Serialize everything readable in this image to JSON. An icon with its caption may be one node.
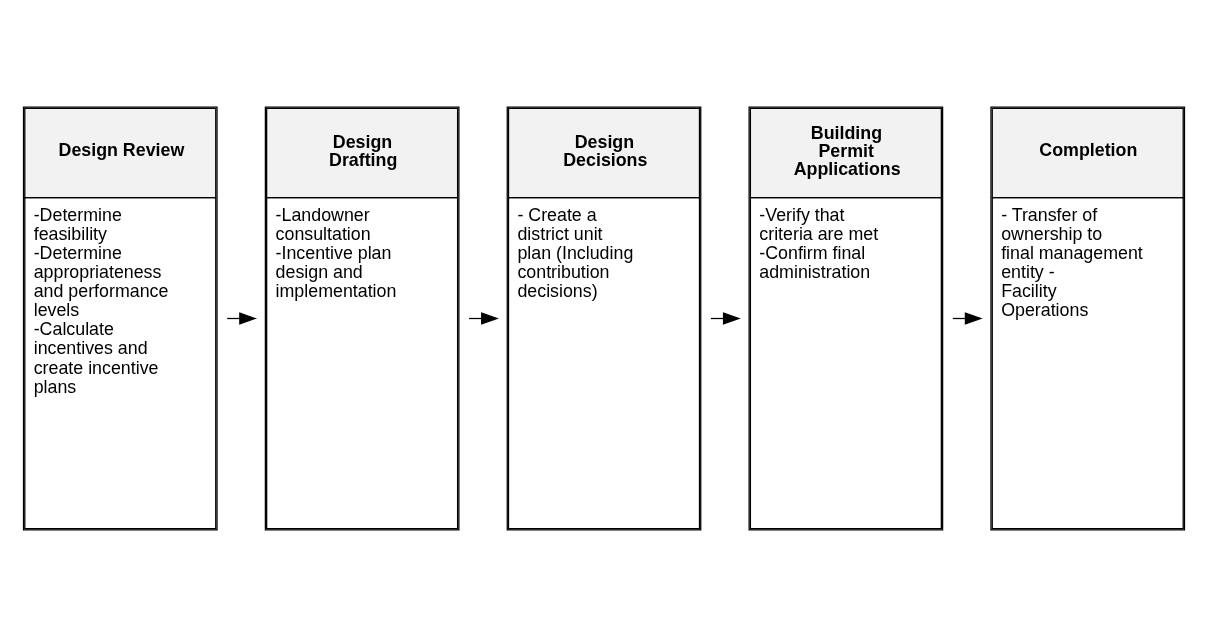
{
  "diagram": {
    "nodes": [
      {
        "text": [
          "Design Review",
          "-Determine feasibility -Determine appropriateness and performance levels -Calculate incentives and create incentive plans"
        ]
      },
      {
        "text": [
          "Design Drafting",
          "-Landowner consultation -Incentive plan design and implementation"
        ]
      },
      {
        "text": [
          "Design Decisions",
          "- Create a district unit plan (Including contribution decisions)"
        ]
      },
      {
        "text": [
          "Building Permit Applications",
          "-Verify that criteria are met -Confirm final administration"
        ]
      },
      {
        "text": [
          "Completion",
          "- Transfer of ownership to final management entity - Facility Operations"
        ]
      }
    ],
    "edges": [
      {
        "from": 0,
        "to": 1,
        "arrow": "to"
      },
      {
        "from": 1,
        "to": 2,
        "arrow": "to"
      },
      {
        "from": 2,
        "to": 3,
        "arrow": "to"
      },
      {
        "from": 3,
        "to": 4,
        "arrow": "to"
      }
    ]
  }
}
